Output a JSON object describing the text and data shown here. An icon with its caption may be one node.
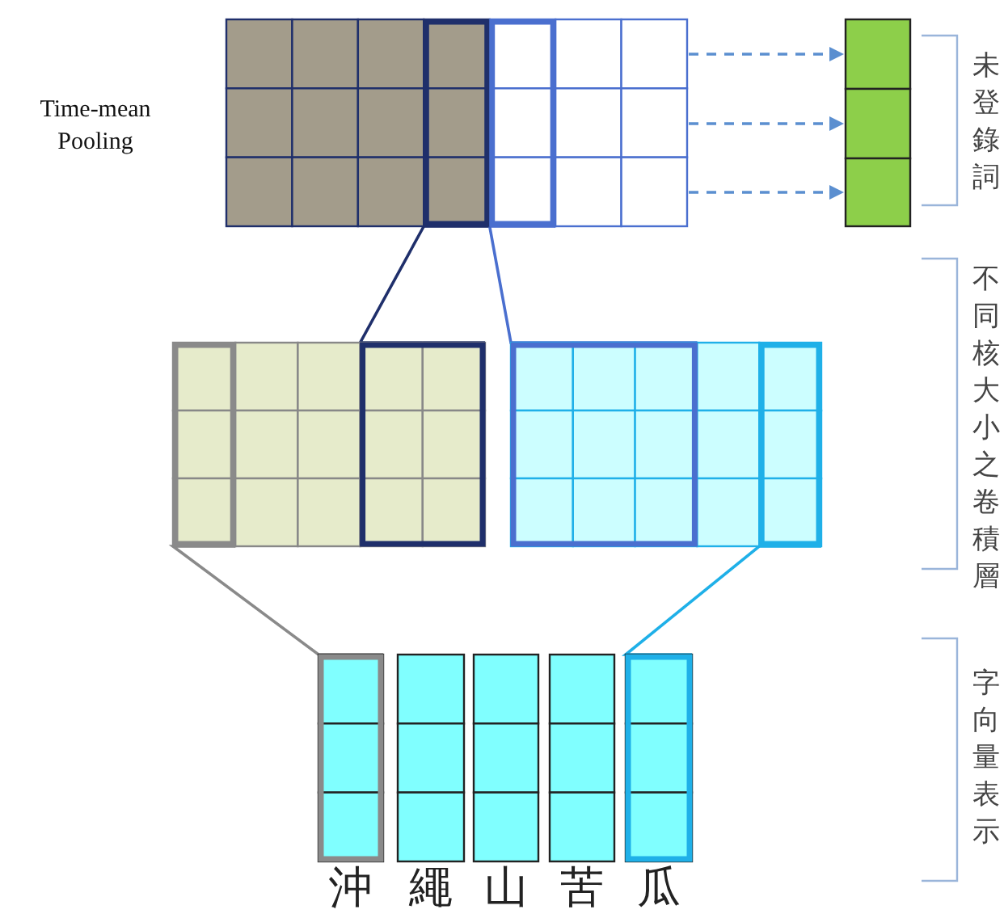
{
  "diagram": {
    "nodes": [
      {
        "text": [],
        "shape": "box"
      },
      {
        "text": [],
        "shape": "box"
      },
      {
        "text": [],
        "shape": "box"
      },
      {
        "text": [],
        "shape": "box"
      },
      {
        "text": [],
        "shape": "box"
      },
      {
        "text": [],
        "shape": "box"
      },
      {
        "text": [],
        "shape": "box",
        "beside": [
          "沖"
        ]
      },
      {
        "text": [],
        "shape": "box",
        "beside": [
          "繩"
        ]
      },
      {
        "text": [],
        "shape": "box",
        "beside": [
          "山"
        ]
      },
      {
        "text": [],
        "shape": "box",
        "beside": [
          "苦"
        ]
      },
      {
        "text": [],
        "shape": "box",
        "beside": [
          "瓜"
        ]
      }
    ],
    "edges": [
      {
        "from": 0,
        "to": 1,
        "arrow": "to",
        "style": "dashed"
      },
      {
        "from": 0,
        "to": 2,
        "arrow": "to",
        "style": "dashed"
      },
      {
        "from": 0,
        "to": 3,
        "arrow": "to",
        "style": "dashed"
      },
      {
        "from": 4,
        "to": 0,
        "arrow": "none",
        "color": "#1f2f6b"
      },
      {
        "from": 5,
        "to": 0,
        "arrow": "none",
        "color": "#4a6fcf"
      },
      {
        "from": 6,
        "to": 4,
        "arrow": "none",
        "color": "#8a8a8a"
      },
      {
        "from": 10,
        "to": 5,
        "arrow": "none",
        "color": "#1fb0e8"
      }
    ],
    "labels": [
      "Time-mean Pooling",
      "未登錄詞",
      "不同核大小之卷積層",
      "字向量表示"
    ]
  }
}
